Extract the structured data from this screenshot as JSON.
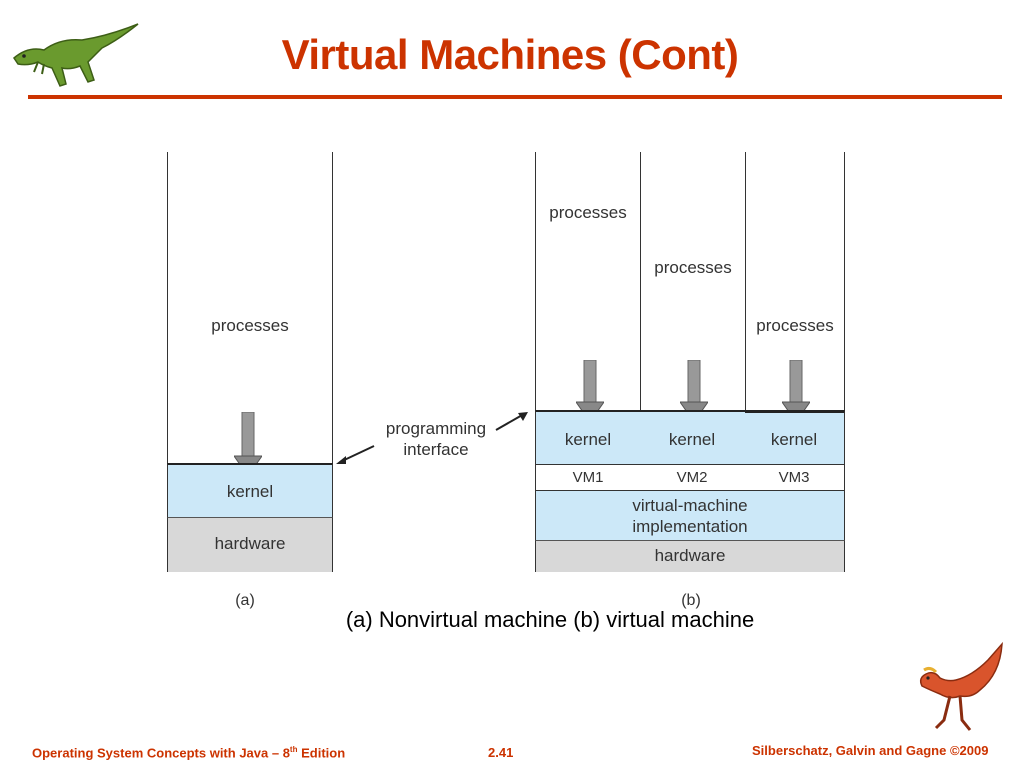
{
  "slide": {
    "title": "Virtual Machines (Cont)",
    "caption": "(a) Nonvirtual machine (b) virtual machine"
  },
  "diagram_a": {
    "processes": "processes",
    "kernel": "kernel",
    "hardware": "hardware",
    "label": "(a)"
  },
  "annotation": {
    "line1": "programming",
    "line2": "interface"
  },
  "diagram_b": {
    "processes": [
      "processes",
      "processes",
      "processes"
    ],
    "kernels": [
      "kernel",
      "kernel",
      "kernel"
    ],
    "vms": [
      "VM1",
      "VM2",
      "VM3"
    ],
    "implementation_line1": "virtual-machine",
    "implementation_line2": "implementation",
    "hardware": "hardware",
    "label": "(b)"
  },
  "footer": {
    "left_prefix": "Operating System Concepts  with Java – 8",
    "left_sup": "th",
    "left_suffix": " Edition",
    "center": "2.41",
    "right": "Silberschatz, Galvin and Gagne ©2009"
  },
  "colors": {
    "accent": "#cc3300",
    "kernel_fill": "#cce8f8",
    "hardware_fill": "#d8d8d8"
  }
}
